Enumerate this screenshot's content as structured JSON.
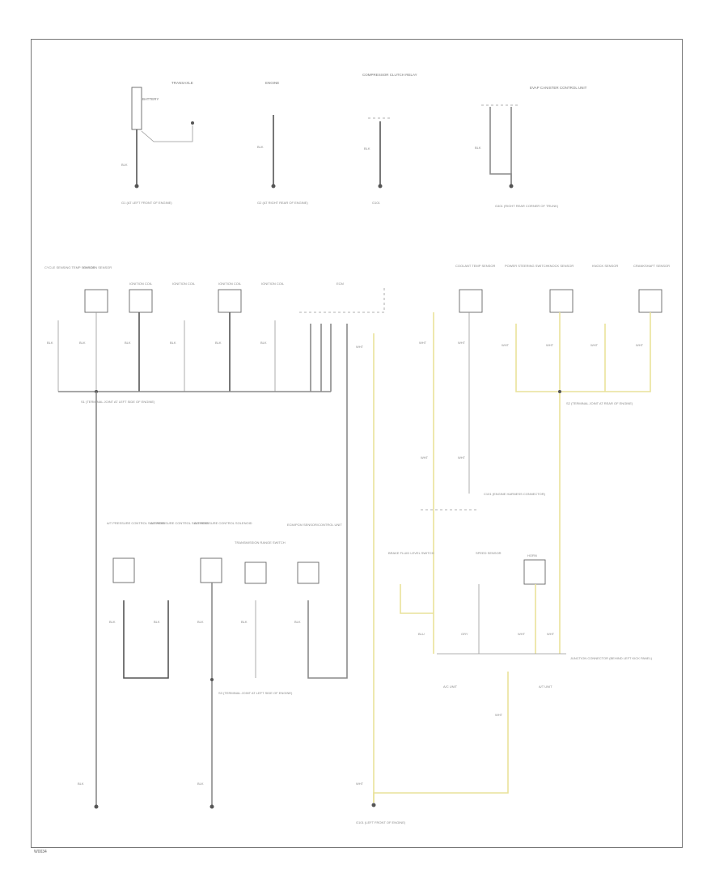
{
  "diagram": {
    "page_code": "W0034",
    "top_labels": {
      "transaxle": "TRANSAXLE",
      "engine": "ENGINE",
      "compressor": "COMPRESSOR CLUTCH RELAY",
      "evap": "EVAP CANISTER CONTROL UNIT",
      "battery": "BATTERY"
    },
    "top_grounds": {
      "g1": "G1 (AT LEFT FRONT OF ENGINE)",
      "g2": "G2 (AT RIGHT REAR OF ENGINE)",
      "g3": "G101",
      "g4": "G401 (RIGHT REAR CORNER OF TRUNK)"
    },
    "row1_components": {
      "c1": "CYCLE SENSING TEMP SENSOR",
      "c2": "OXYGEN SENSOR",
      "c3": "IGNITION COIL",
      "c4": "IGNITION COIL",
      "c5": "IGNITION COIL",
      "c6": "IGNITION COIL",
      "c7": "ECM",
      "c8": "COOLANT TEMP SENSOR",
      "c9": "POWER STEERING SWITCH",
      "c10": "KNOCK SENSOR",
      "c11": "KNOCK SENSOR",
      "c12": "CRANKSHAFT SENSOR"
    },
    "splice_left": "S1 (TERMINAL JOINT AT LEFT SIDE OF ENGINE)",
    "splice_right": "S2 (TERMINAL JOINT AT REAR OF ENGINE)",
    "row2_components": {
      "d1": "A/T PRESSURE CONTROL SOLENOID",
      "d2": "A/T PRESSURE CONTROL SOLENOID",
      "d3": "A/T PRESSURE CONTROL SOLENOID",
      "d4": "TRANSMISSION RANGE SWITCH",
      "d5": "ECM/PCM SENSOR/CONTROL UNIT"
    },
    "splice_bottom": "S3 (TERMINAL JOINT AT LEFT SIDE OF ENGINE)",
    "connector_mid": "C101 (ENGINE HARNESS CONNECTOR)",
    "row3_components": {
      "e1": "BRAKE FLUID LEVEL SWITCH",
      "e2": "SPEED SENSOR",
      "e3": "HORN"
    },
    "junction_label": "JUNCTION CONNECTOR (BEHIND LEFT KICK PANEL)",
    "bottom_connectors": {
      "left": "A/C UNIT",
      "right": "A/T UNIT"
    },
    "bottom_ground": "G101 (LEFT FRONT OF ENGINE)",
    "wire_blk": "BLK",
    "wire_wht": "WHT",
    "wire_blu": "BLU",
    "wire_gry": "GRY"
  }
}
